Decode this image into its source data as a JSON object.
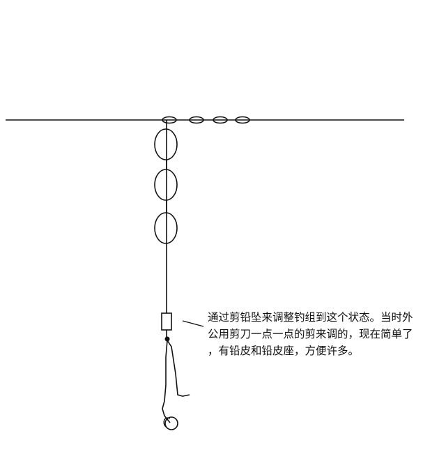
{
  "caption": {
    "line1": "通过剪铅坠来调整钓组到这个状态。当时外",
    "line2": "公用剪刀一点一点的剪来调的，现在简单了",
    "line3": "，有铅皮和铅皮座，方便许多。"
  },
  "colors": {
    "line": "#111111",
    "background": "#ffffff"
  }
}
